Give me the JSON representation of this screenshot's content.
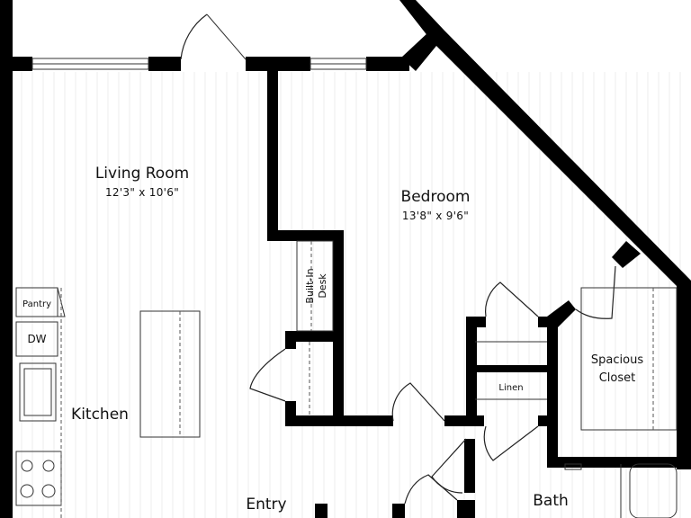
{
  "rooms": {
    "living": {
      "name": "Living Room",
      "dims": "12'3\" x 10'6\""
    },
    "bedroom": {
      "name": "Bedroom",
      "dims": "13'8\" x 9'6\""
    },
    "kitchen": {
      "name": "Kitchen"
    },
    "entry": {
      "name": "Entry"
    },
    "bath": {
      "name": "Bath"
    },
    "closet": {
      "line1": "Spacious",
      "line2": "Closet"
    }
  },
  "fixtures": {
    "pantry": "Pantry",
    "dw": "DW",
    "linen": "Linen",
    "desk_line1": "Built-In",
    "desk_line2": "Desk"
  }
}
